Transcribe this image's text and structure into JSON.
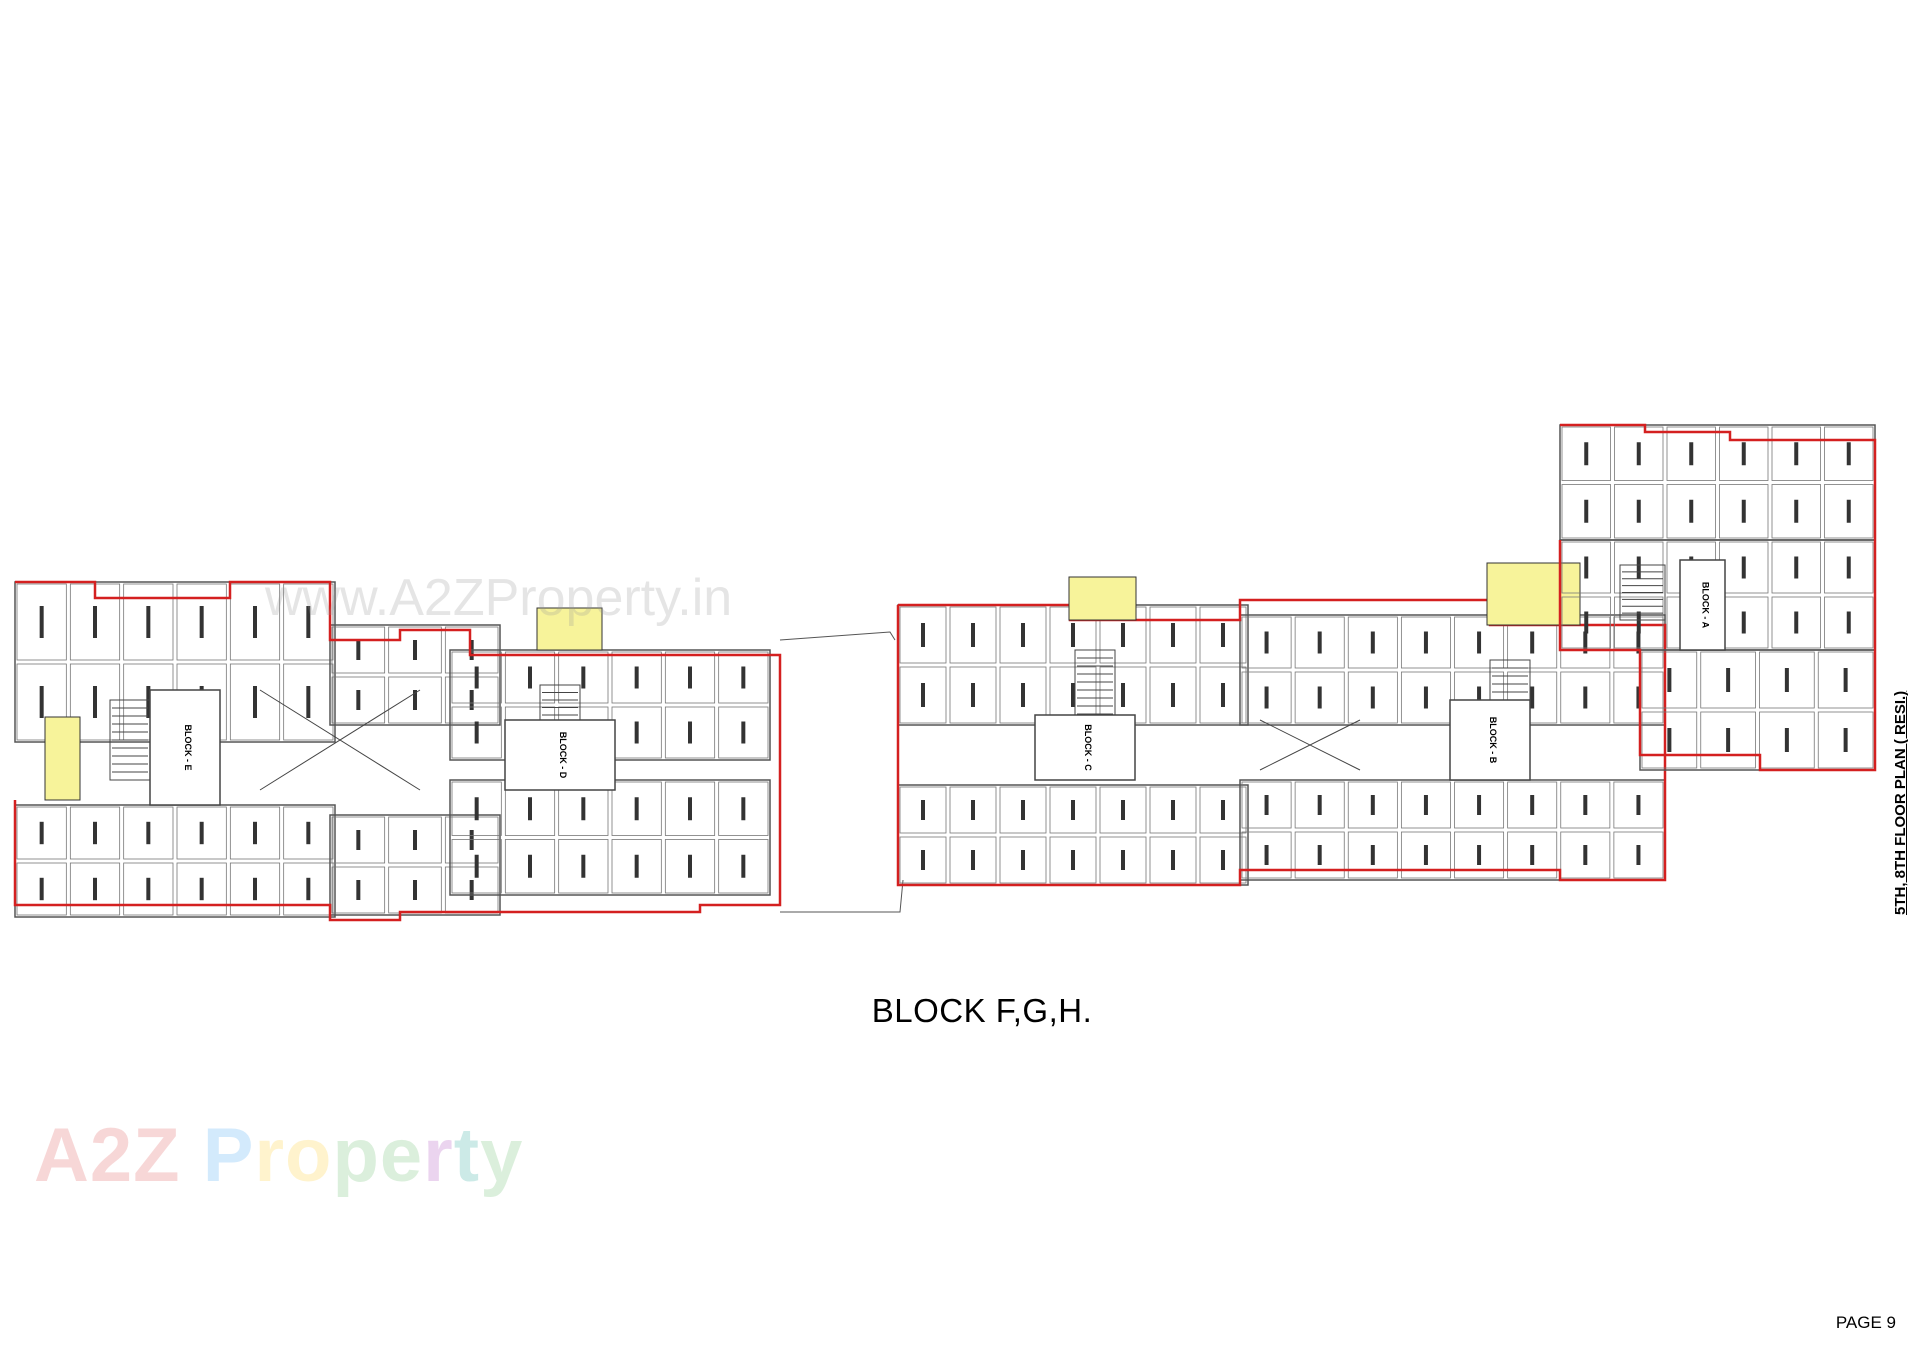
{
  "drawing": {
    "title": "BLOCK F,G,H.",
    "sheet_label": "5TH, 8TH FLOOR PLAN ( RESI.)",
    "page": "PAGE 9",
    "blocks": [
      "BLOCK - E",
      "BLOCK - D",
      "BLOCK - C",
      "BLOCK - B",
      "BLOCK - A"
    ],
    "colors": {
      "outline": "#d42020",
      "wall": "#555555",
      "highlight": "#f7f39a"
    }
  },
  "watermark": {
    "url": "www.A2ZProperty.in"
  },
  "logo": {
    "text": "A2Z Property",
    "colors": [
      "#e57373",
      "#e57373",
      "#e57373",
      "#64b5f6",
      "#64b5f6",
      "#ffd54f",
      "#ffd54f",
      "#81c784",
      "#81c784",
      "#ba68c8",
      "#4db6ac",
      "#81c784"
    ]
  }
}
